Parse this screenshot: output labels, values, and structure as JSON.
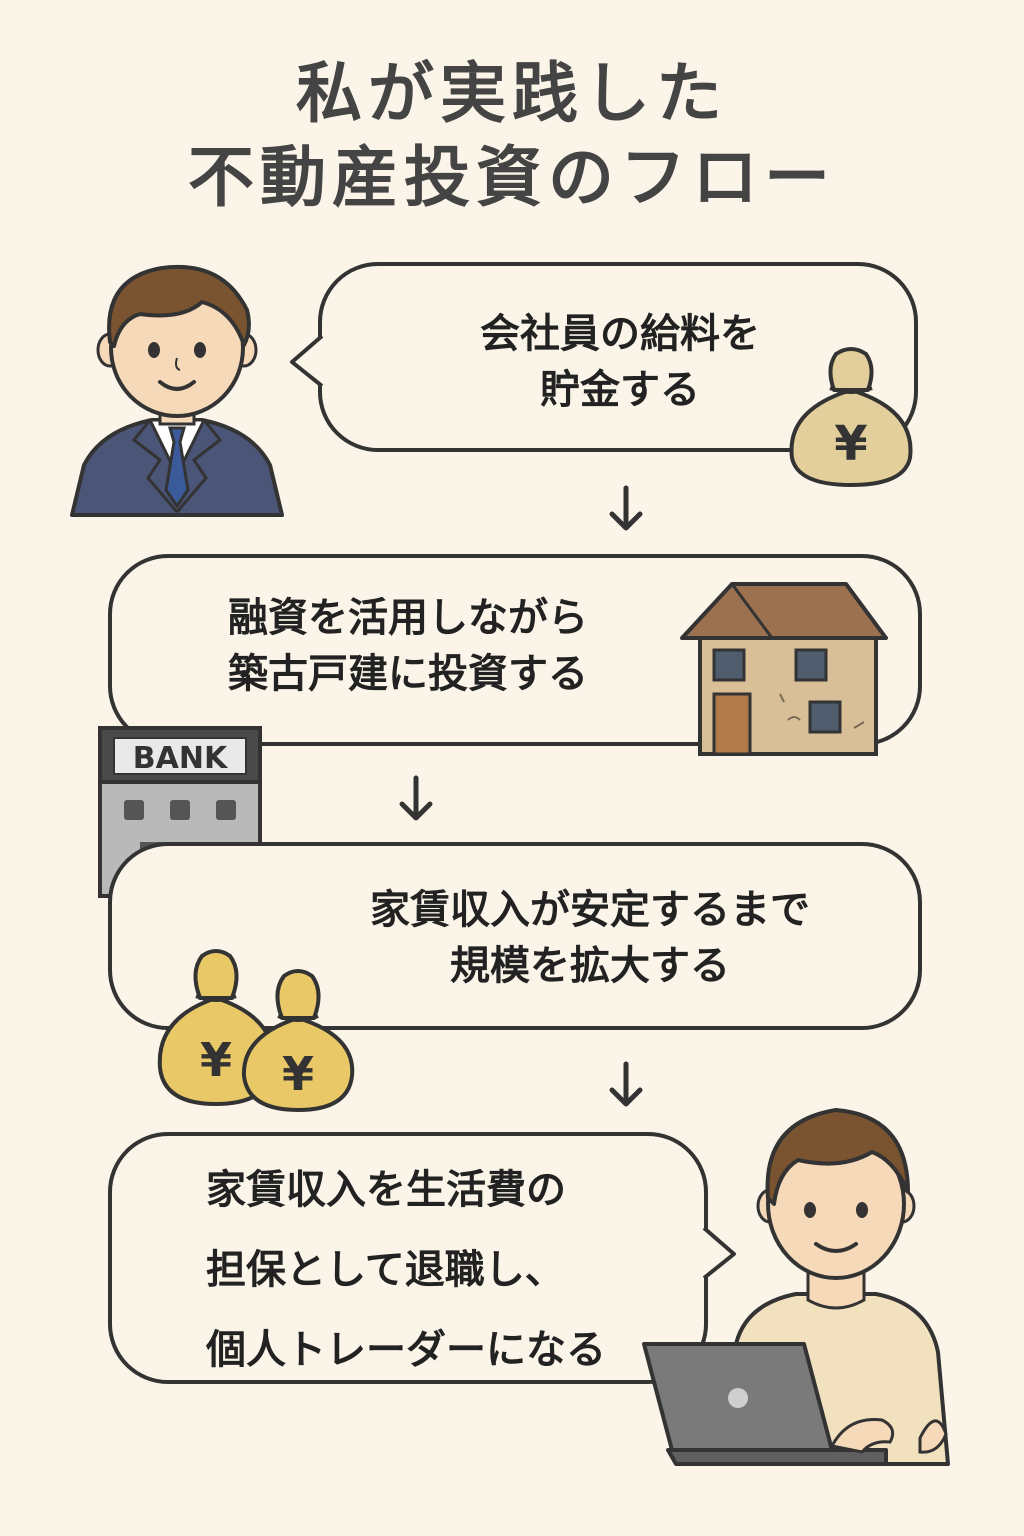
{
  "title": {
    "line1": "私が実践した",
    "line2": "不動産投資のフロー"
  },
  "steps": [
    {
      "line1": "会社員の給料を",
      "line2": "貯金する"
    },
    {
      "line1": "融資を活用しながら",
      "line2": "築古戸建に投資する"
    },
    {
      "line1": "家賃収入が安定するまで",
      "line2": "規模を拡大する"
    },
    {
      "line1": "家賃収入を生活費の",
      "line2": "担保として退職し、",
      "line3": "個人トレーダーになる"
    }
  ],
  "bank_sign": "BANK",
  "yen_symbol": "¥",
  "colors": {
    "background": "#fbf5e9",
    "outline": "#333333",
    "money_bag": "#e8c867",
    "money_bag_light": "#e2cf9c",
    "house_wall": "#d9bf98",
    "house_roof": "#9b7150",
    "suit": "#4a5577",
    "tie": "#3a5a9a",
    "hair": "#7a5330",
    "skin": "#f6d9b8",
    "bank_body": "#b9b9b9",
    "laptop": "#7a7a7a",
    "tshirt": "#f2e1bf"
  },
  "icons": [
    "businessman-icon",
    "money-bag-icon",
    "house-icon",
    "bank-icon",
    "money-bags-icon",
    "trader-icon",
    "laptop-icon",
    "down-arrow-icon"
  ]
}
